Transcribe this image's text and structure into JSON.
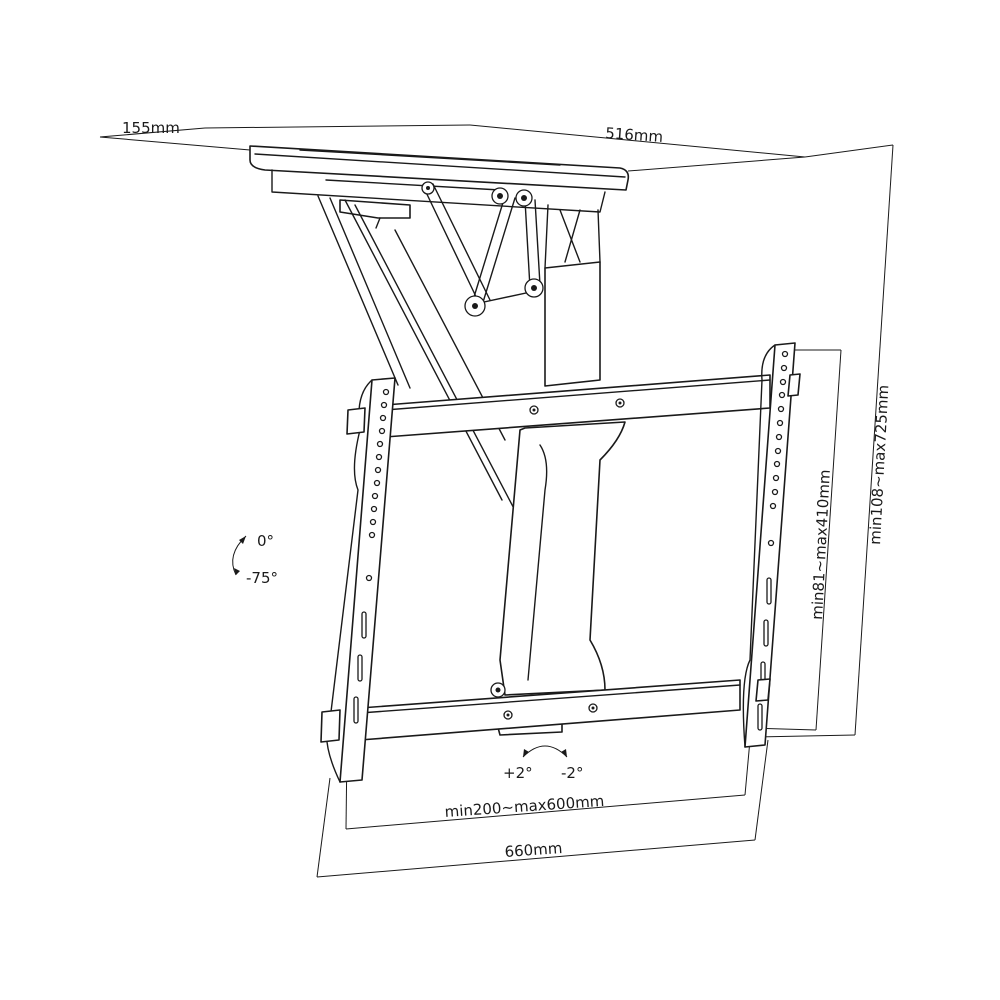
{
  "diagram": {
    "title": "Ceiling TV mount dimension drawing",
    "dimensions": {
      "ceiling_plate_depth": "155mm",
      "ceiling_plate_width": "516mm",
      "vesa_vertical": "min81~max410mm",
      "drop_height": "min108~max725mm",
      "vesa_horizontal": "min200~max600mm",
      "overall_width": "660mm"
    },
    "tilt": {
      "top": "0°",
      "bottom": "-75°"
    },
    "swivel": {
      "left": "+2°",
      "right": "-2°"
    },
    "colors": {
      "line": "#1a1a1a",
      "background": "#ffffff"
    }
  }
}
